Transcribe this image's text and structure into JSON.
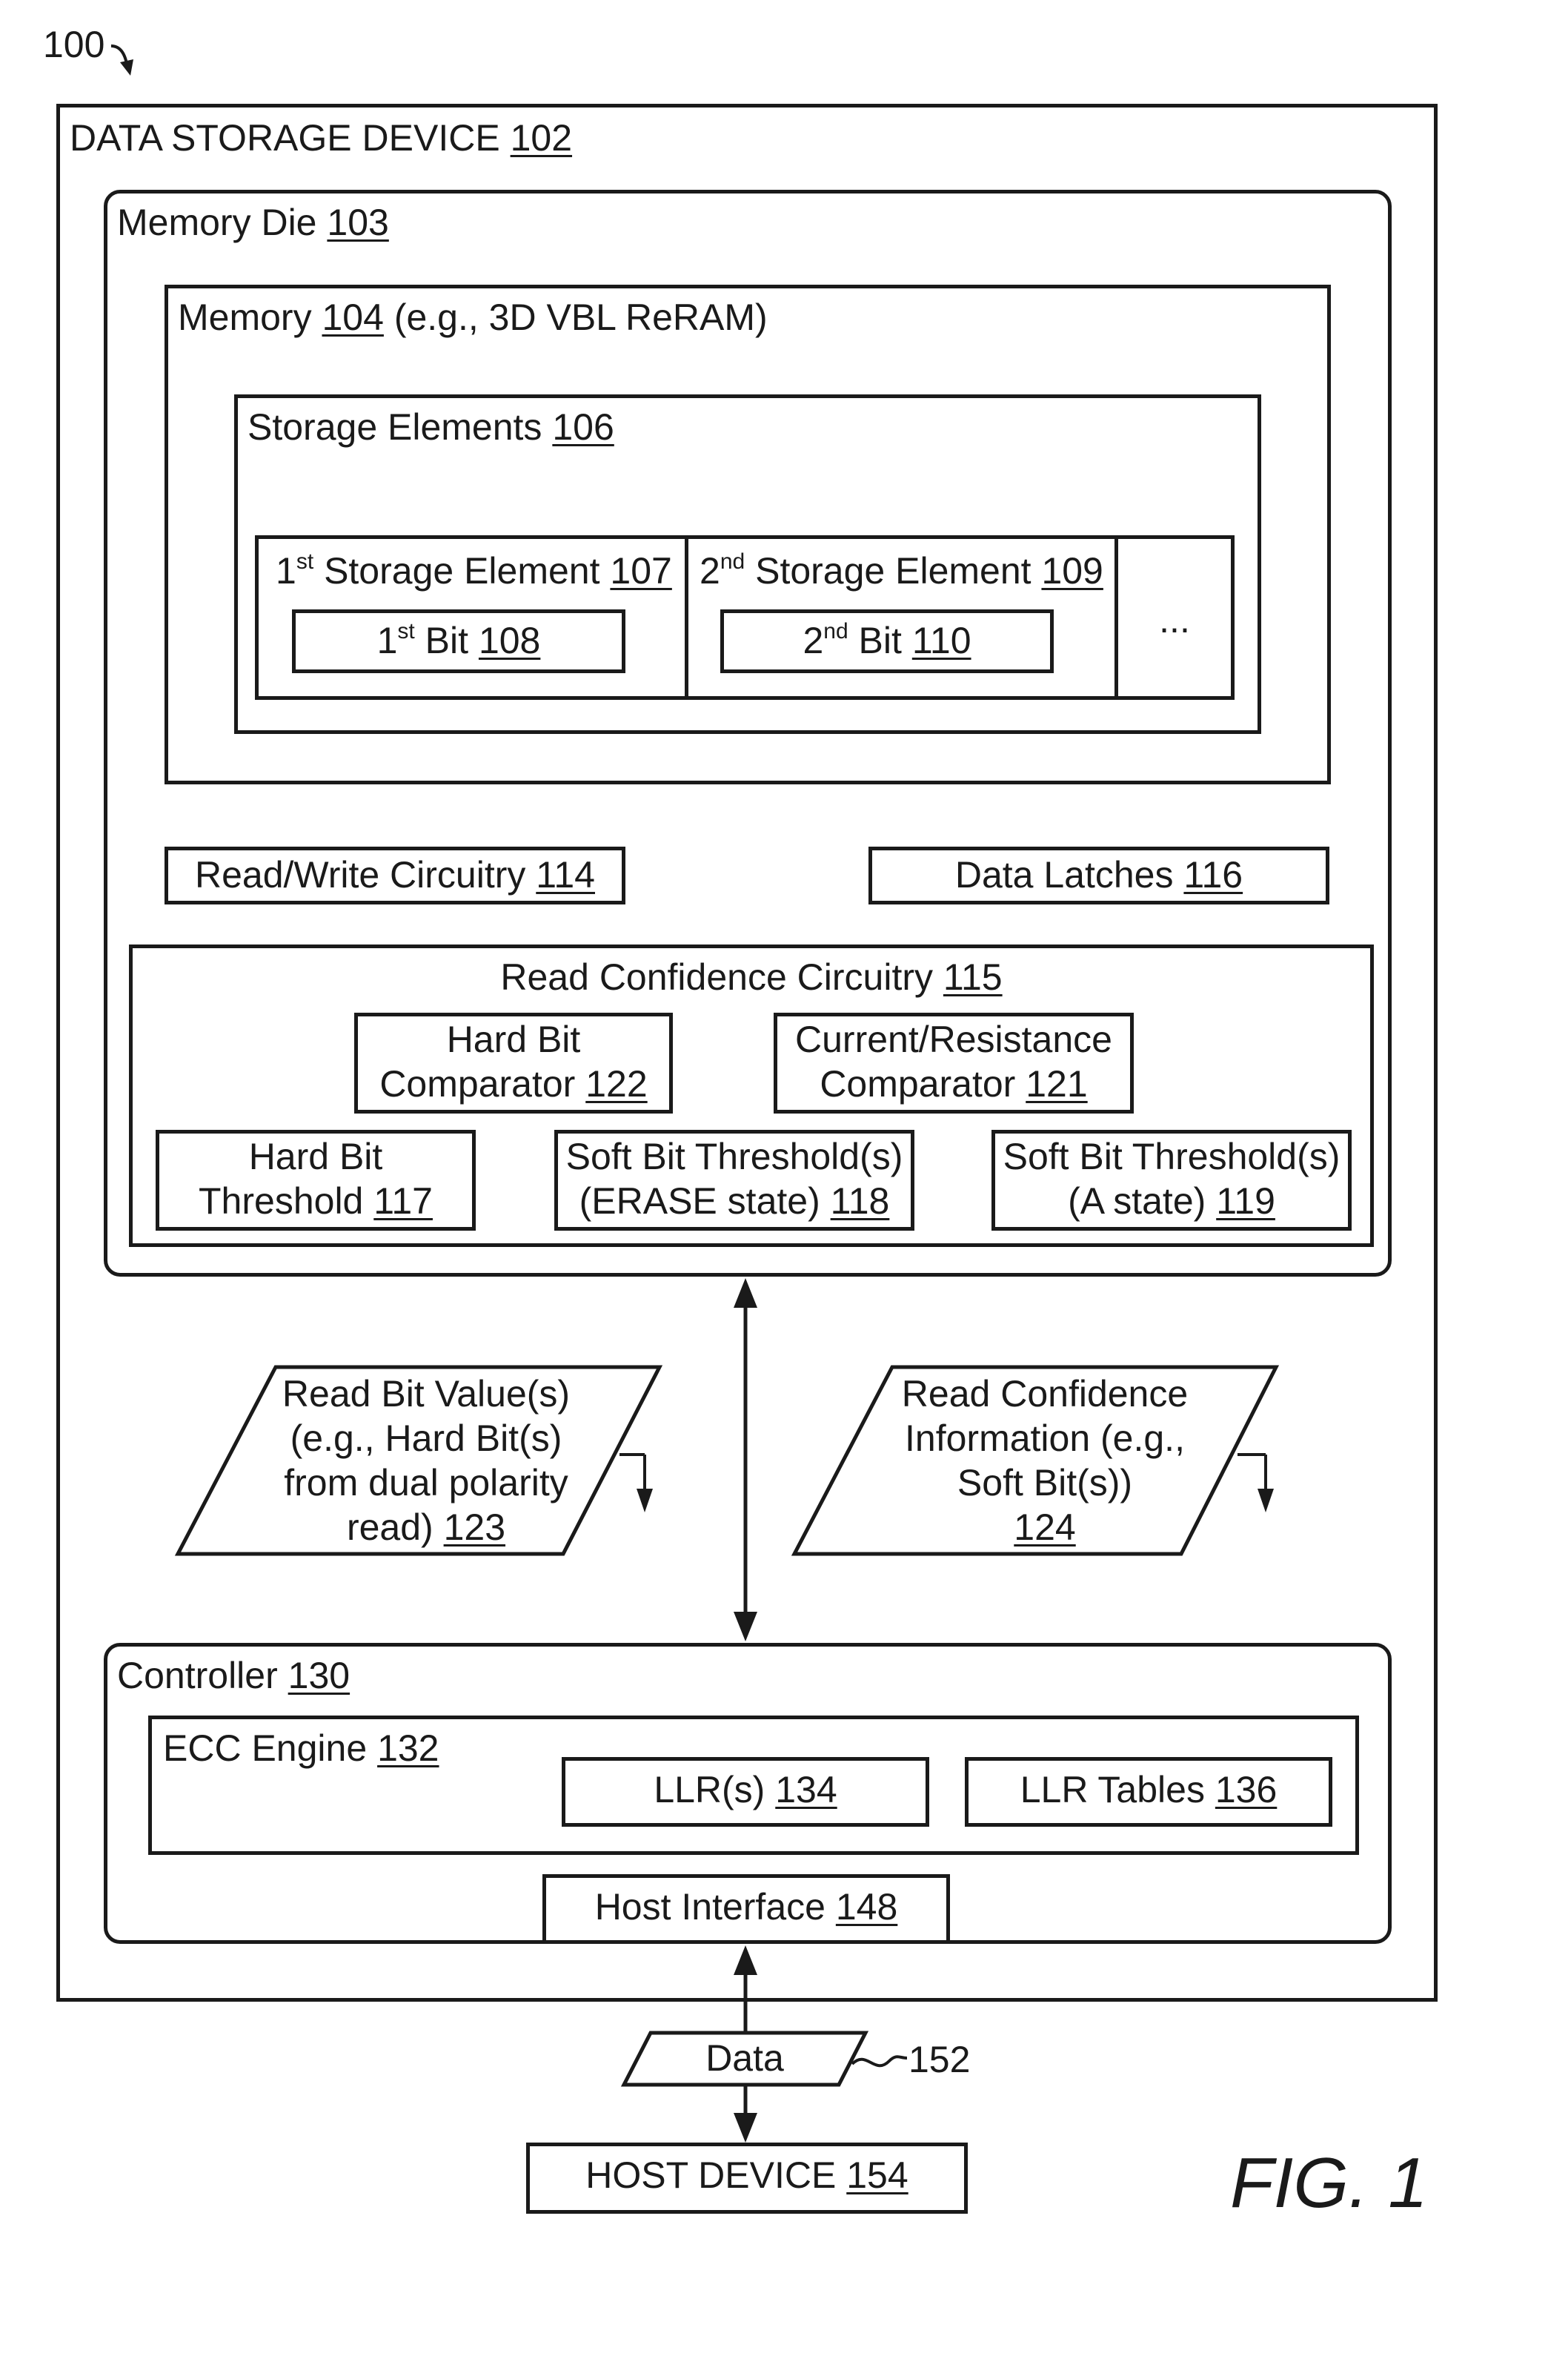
{
  "figure": {
    "ref": "100",
    "fig_label": "FIG. 1"
  },
  "device": {
    "label": "DATA STORAGE DEVICE",
    "ref": "102"
  },
  "memory_die": {
    "label": "Memory Die",
    "ref": "103"
  },
  "memory": {
    "label": "Memory",
    "ref": "104",
    "note": "(e.g., 3D VBL ReRAM)"
  },
  "storage_elements": {
    "label": "Storage Elements",
    "ref": "106"
  },
  "element1": {
    "pre": "1",
    "sup": "st",
    "label": "Storage Element",
    "ref": "107",
    "bit_pre": "1",
    "bit_sup": "st",
    "bit_label": "Bit",
    "bit_ref": "108"
  },
  "element2": {
    "pre": "2",
    "sup": "nd",
    "label": "Storage Element",
    "ref": "109",
    "bit_pre": "2",
    "bit_sup": "nd",
    "bit_label": "Bit",
    "bit_ref": "110"
  },
  "ellipsis": "...",
  "rw_circuitry": {
    "label": "Read/Write Circuitry",
    "ref": "114"
  },
  "data_latches": {
    "label": "Data Latches",
    "ref": "116"
  },
  "read_confidence": {
    "label": "Read Confidence Circuitry",
    "ref": "115"
  },
  "hard_bit_comparator": {
    "line1": "Hard Bit",
    "line2": "Comparator",
    "ref": "122"
  },
  "current_comparator": {
    "line1": "Current/Resistance",
    "line2": "Comparator",
    "ref": "121"
  },
  "hard_bit_threshold": {
    "line1": "Hard Bit",
    "line2": "Threshold",
    "ref": "117"
  },
  "soft_erase": {
    "line1": "Soft Bit Threshold(s)",
    "line2": "(ERASE state)",
    "ref": "118"
  },
  "soft_a": {
    "line1": "Soft Bit Threshold(s)",
    "line2": "(A state)",
    "ref": "119"
  },
  "read_bit_values": {
    "line1": "Read Bit Value(s)",
    "line2": "(e.g., Hard Bit(s)",
    "line3": "from dual polarity",
    "line4": "read)",
    "ref": "123"
  },
  "read_conf_info": {
    "line1": "Read Confidence",
    "line2": "Information (e.g.,",
    "line3": "Soft Bit(s))",
    "ref": "124"
  },
  "controller": {
    "label": "Controller",
    "ref": "130"
  },
  "ecc_engine": {
    "label": "ECC Engine",
    "ref": "132"
  },
  "llrs": {
    "label": "LLR(s)",
    "ref": "134"
  },
  "llr_tables": {
    "label": "LLR Tables",
    "ref": "136"
  },
  "host_interface": {
    "label": "Host Interface",
    "ref": "148"
  },
  "data": {
    "label": "Data",
    "ref": "152"
  },
  "host_device": {
    "label": "HOST DEVICE",
    "ref": "154"
  }
}
